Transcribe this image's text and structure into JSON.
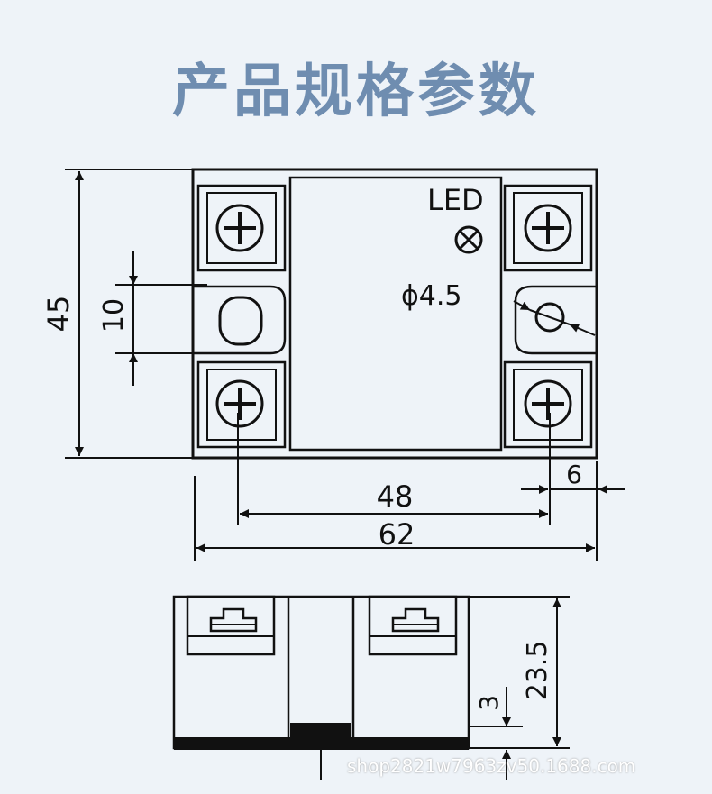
{
  "title": "产品规格参数",
  "labels": {
    "led": "LED",
    "hole": "ϕ4.5",
    "height": "45",
    "slot": "10",
    "pitch": "48",
    "width": "62",
    "edge": "6",
    "depth": "23.5",
    "base": "3"
  },
  "watermark": "shop2821w7963zv50.1688.com",
  "colors": {
    "title": "#6f8db0",
    "background": "#eef3f8",
    "line": "#111111"
  }
}
